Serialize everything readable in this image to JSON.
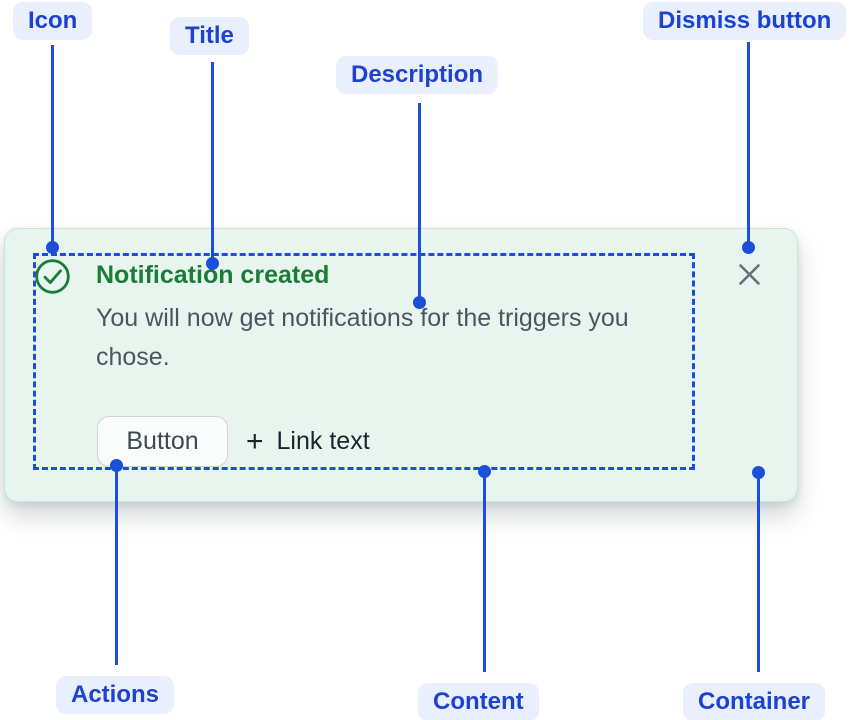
{
  "labels": {
    "icon": "Icon",
    "title": "Title",
    "description": "Description",
    "dismiss": "Dismiss button",
    "actions": "Actions",
    "content": "Content",
    "container": "Container"
  },
  "notification": {
    "title": "Notification created",
    "description": "You will now get notifications for the triggers you chose.",
    "button_label": "Button",
    "link_plus": "+",
    "link_label": "Link text"
  },
  "icons": {
    "status_icon": "check-circle",
    "dismiss_icon": "close-x"
  },
  "colors": {
    "annotation_blue": "#1D4ED8",
    "label_background": "#E9EFFC",
    "label_text": "#1C43D1",
    "success_green": "#1A7D37",
    "card_background": "#E8F5EE",
    "card_border": "#C6E8D3",
    "description_text": "#4A5561"
  }
}
